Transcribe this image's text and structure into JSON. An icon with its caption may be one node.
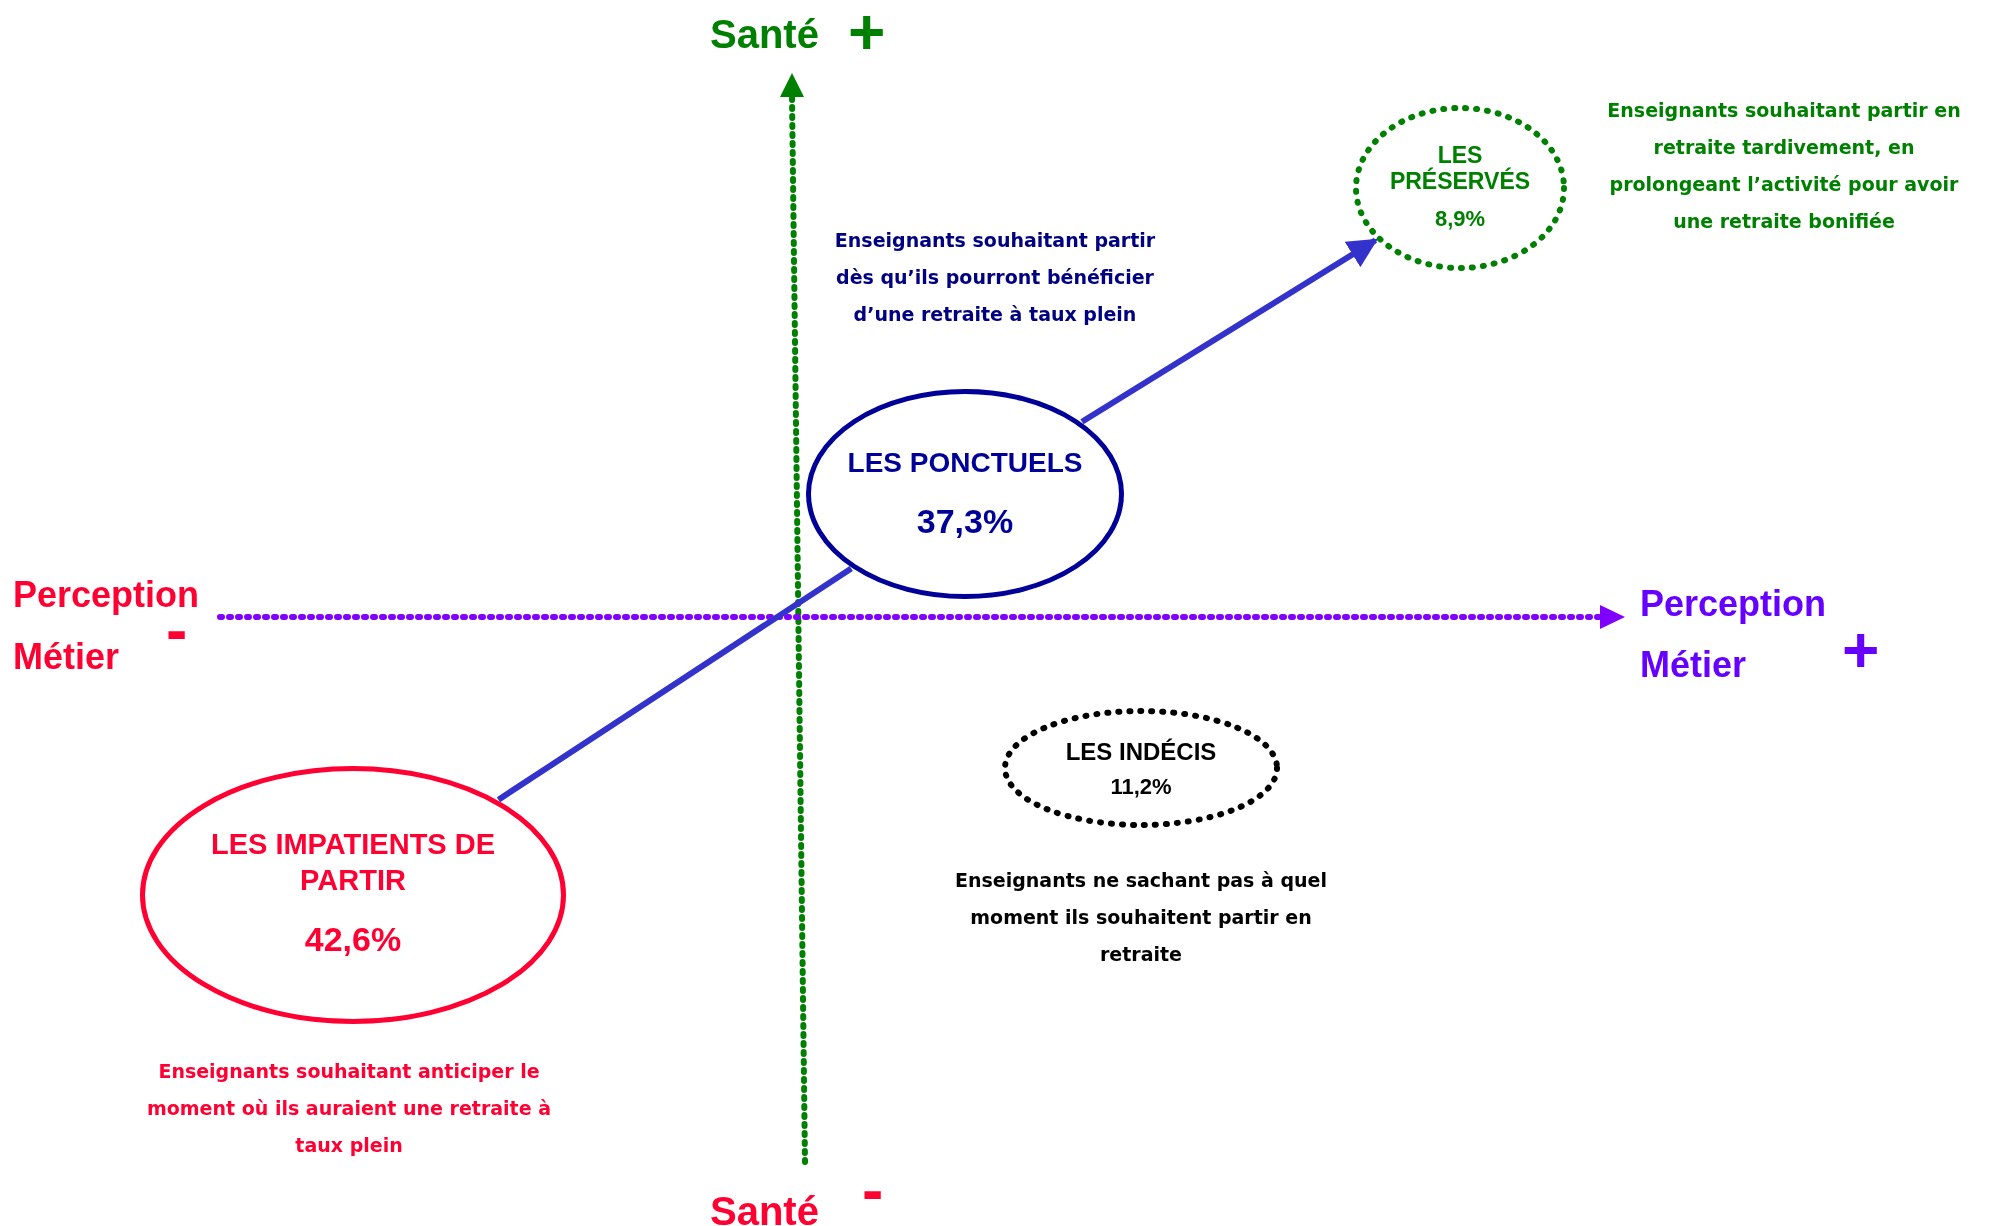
{
  "diagram": {
    "nodes": [
      {
        "text": [
          "LES PRÉSERVÉS",
          "8,9%"
        ],
        "beside": [
          "Enseignants souhaitant partir en retraite tardivement, en prolongeant l’activité pour avoir une retraite bonifiée"
        ]
      },
      {
        "text": [
          "LES PONCTUELS",
          "37,3%"
        ],
        "beside": [
          "Enseignants souhaitant partir dès qu’ils pourront bénéficier d’une retraite à taux plein"
        ]
      },
      {
        "text": [
          "LES INDÉCIS",
          "11,2%"
        ],
        "beside": [
          "Enseignants ne sachant pas à quel moment ils souhaitent partir en retraite"
        ]
      },
      {
        "text": [
          "LES IMPATIENTS DE PARTIR",
          "42,6%"
        ],
        "beside": [
          "Enseignants souhaitant anticiper le moment où ils auraient une retraite à taux plein"
        ]
      }
    ],
    "edges": [
      {
        "from": 3,
        "to": 1,
        "arrow": "none"
      },
      {
        "from": 1,
        "to": 0,
        "arrow": "to"
      }
    ],
    "labels": [
      "Santé",
      "+",
      "Perception",
      "Métier",
      "-",
      "Perception",
      "Métier",
      "+",
      "Santé",
      "-"
    ]
  }
}
